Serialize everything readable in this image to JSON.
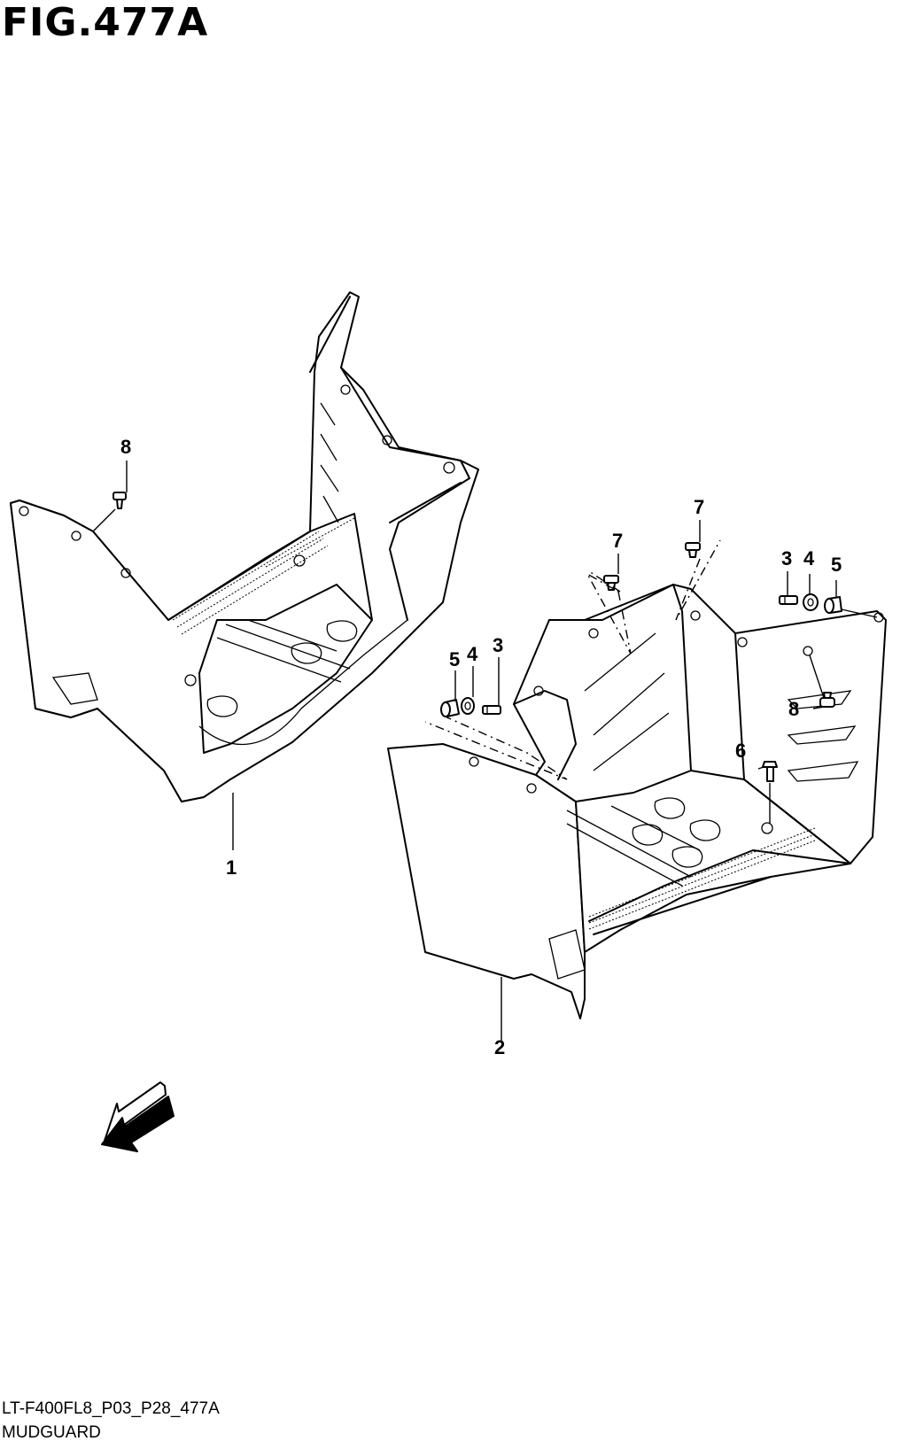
{
  "figure": {
    "title": "FIG.477A",
    "code": "LT-F400FL8_P03_P28_477A",
    "name": "MUDGUARD"
  },
  "fwd_label": "FWD",
  "callouts": [
    {
      "id": "c1",
      "label": "1"
    },
    {
      "id": "c2",
      "label": "2"
    },
    {
      "id": "c3a",
      "label": "3"
    },
    {
      "id": "c4a",
      "label": "4"
    },
    {
      "id": "c5a",
      "label": "5"
    },
    {
      "id": "c3b",
      "label": "3"
    },
    {
      "id": "c4b",
      "label": "4"
    },
    {
      "id": "c5b",
      "label": "5"
    },
    {
      "id": "c6",
      "label": "6"
    },
    {
      "id": "c7a",
      "label": "7"
    },
    {
      "id": "c7b",
      "label": "7"
    },
    {
      "id": "c8a",
      "label": "8"
    },
    {
      "id": "c8b",
      "label": "8"
    }
  ]
}
